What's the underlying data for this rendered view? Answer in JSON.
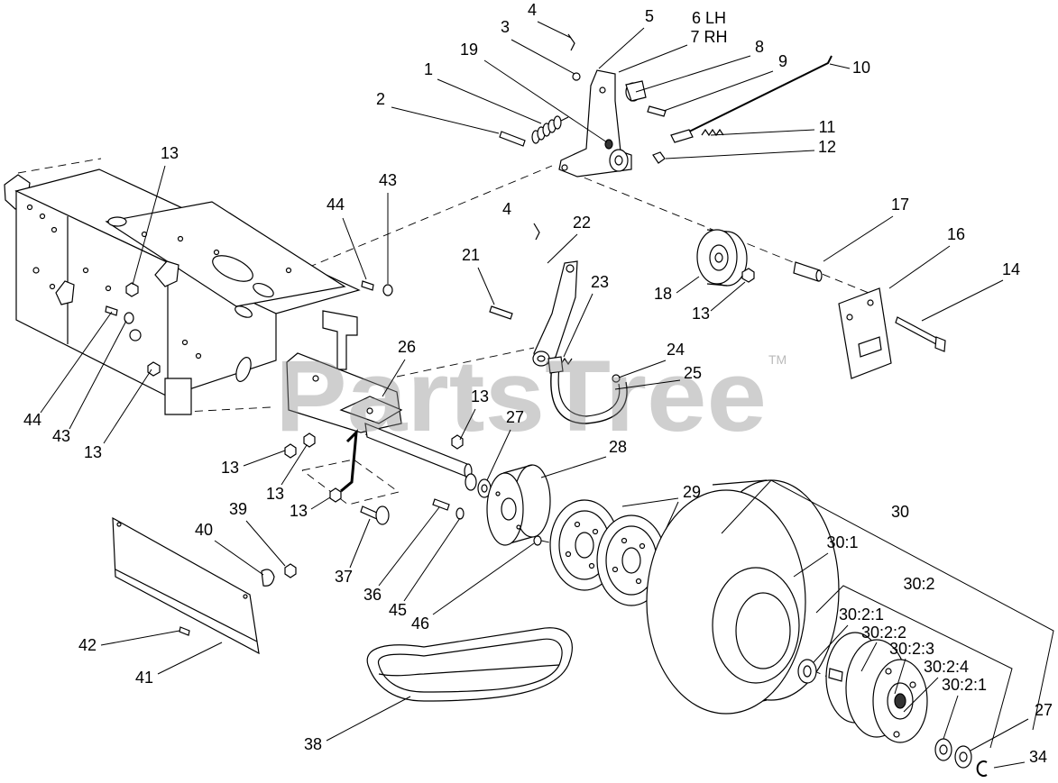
{
  "diagram": {
    "watermark": "PartsTree",
    "watermark_tm": "TM"
  },
  "callouts": [
    "4",
    "5",
    "6 LH",
    "7 RH",
    "3",
    "19",
    "8",
    "9",
    "10",
    "1",
    "2",
    "11",
    "12",
    "13",
    "44",
    "43",
    "17",
    "4",
    "22",
    "16",
    "21",
    "14",
    "23",
    "18",
    "13",
    "26",
    "24",
    "25",
    "13",
    "27",
    "28",
    "44",
    "43",
    "13",
    "13",
    "13",
    "29",
    "13",
    "30",
    "39",
    "40",
    "30:1",
    "37",
    "36",
    "45",
    "46",
    "30:2",
    "30:2:1",
    "30:2:2",
    "30:2:3",
    "30:2:4",
    "30:2:1",
    "42",
    "41",
    "27",
    "38",
    "34"
  ]
}
